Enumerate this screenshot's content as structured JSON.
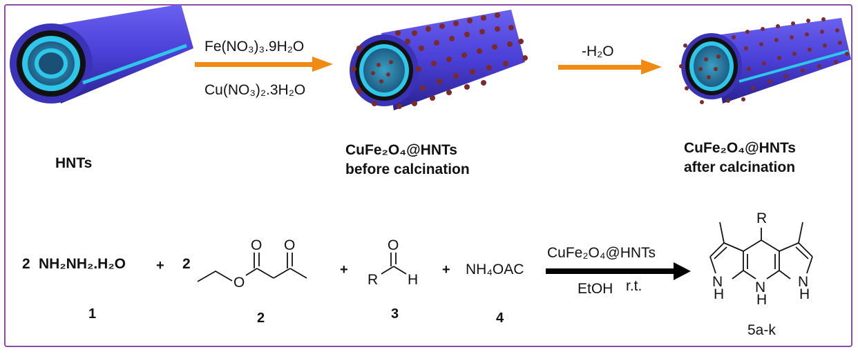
{
  "colors": {
    "frame": "#8e4aa8",
    "tube_outer": "#4a3fd6",
    "tube_inner": "#2ec7ea",
    "particle": "#7a2a2a",
    "arrow": "#f08a12"
  },
  "row1": {
    "hnts_label": "HNTs",
    "reagent1": "Fe(NO₃)₃.9H₂O",
    "reagent2": "Cu(NO₃)₂.3H₂O",
    "before_line1": "CuFe₂O₄@HNTs",
    "before_line2": "before calcination",
    "dehydration": "-H₂O",
    "after_line1": "CuFe₂O₄@HNTs",
    "after_line2": "after calcination"
  },
  "row2": {
    "r1_coeff": "2",
    "r1_formula": "NH₂NH₂.H₂O",
    "r1_num": "1",
    "plus": "+",
    "r2_coeff": "2",
    "r2_num": "2",
    "r3_num": "3",
    "r4_formula": "NH₄OAC",
    "r4_num": "4",
    "catalyst": "CuFe₂O₄@HNTs",
    "solvent": "EtOH",
    "temp": "r.t.",
    "product_num": "5a-k",
    "atom_O": "O",
    "atom_R": "R",
    "atom_H": "H",
    "atom_N": "N"
  }
}
